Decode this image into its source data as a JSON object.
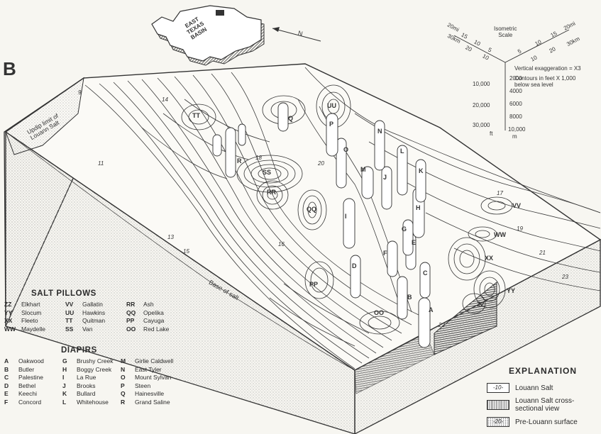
{
  "panel_letter": "B",
  "inset_map": {
    "lines": [
      "EAST",
      "TEXAS",
      "BASIN"
    ]
  },
  "north_arrow": "N",
  "scale": {
    "title_lines": [
      "Isometric",
      "Scale"
    ],
    "left_top": [
      "20mi",
      "15",
      "10",
      "5"
    ],
    "left_bottom": [
      "30km",
      "20",
      "10"
    ],
    "right_top": [
      "5",
      "10",
      "15",
      "20mi"
    ],
    "right_bottom": [
      "10",
      "20",
      "30km"
    ],
    "vertical_note": "Vertical exaggeration = X3",
    "contour_note_lines": [
      "Contours in feet X 1,000",
      "below sea level"
    ],
    "ft_ticks": [
      "10,000",
      "20,000",
      "30,000",
      "ft"
    ],
    "m_ticks": [
      "2000",
      "4000",
      "6000",
      "8000",
      "10,000",
      "m"
    ]
  },
  "block_labels": {
    "updip_lines": [
      "Updip limit of",
      "Louann Salt"
    ],
    "base_of_salt": "Base of salt",
    "diapir_letters": [
      "A",
      "B",
      "C",
      "D",
      "E",
      "F",
      "G",
      "H",
      "I",
      "J",
      "K",
      "L",
      "M",
      "N",
      "O",
      "P",
      "Q",
      "R"
    ],
    "pillow_letters": [
      "SS",
      "RR",
      "QQ",
      "PP",
      "OO",
      "TT",
      "UU",
      "VV",
      "WW",
      "XX",
      "YY",
      "ZZ"
    ]
  },
  "contour_values": [
    "9",
    "11",
    "13",
    "14",
    "15",
    "16",
    "17",
    "18",
    "19",
    "20",
    "21",
    "22",
    "23"
  ],
  "salt_pillows": {
    "title": "SALT PILLOWS",
    "rows": [
      {
        "k1": "ZZ",
        "n1": "Elkhart",
        "k2": "VV",
        "n2": "Gallatin",
        "k3": "RR",
        "n3": "Ash"
      },
      {
        "k1": "YY",
        "n1": "Slocum",
        "k2": "UU",
        "n2": "Hawkins",
        "k3": "QQ",
        "n3": "Opelika"
      },
      {
        "k1": "XX",
        "n1": "Fleeto",
        "k2": "TT",
        "n2": "Quitman",
        "k3": "PP",
        "n3": "Cayuga"
      },
      {
        "k1": "WW",
        "n1": "Maydelle",
        "k2": "SS",
        "n2": "Van",
        "k3": "OO",
        "n3": "Red Lake"
      }
    ]
  },
  "diapirs": {
    "title": "DIAPIRS",
    "rows": [
      {
        "k1": "A",
        "n1": "Oakwood",
        "k2": "G",
        "n2": "Brushy Creek",
        "k3": "M",
        "n3": "Girlie Caldwell"
      },
      {
        "k1": "B",
        "n1": "Butler",
        "k2": "H",
        "n2": "Boggy Creek",
        "k3": "N",
        "n3": "East Tyler"
      },
      {
        "k1": "C",
        "n1": "Palestine",
        "k2": "I",
        "n2": "La Rue",
        "k3": "O",
        "n3": "Mount Sylvan"
      },
      {
        "k1": "D",
        "n1": "Bethel",
        "k2": "J",
        "n2": "Brooks",
        "k3": "P",
        "n3": "Steen"
      },
      {
        "k1": "E",
        "n1": "Keechi",
        "k2": "K",
        "n2": "Bullard",
        "k3": "Q",
        "n3": "Hainesville"
      },
      {
        "k1": "F",
        "n1": "Concord",
        "k2": "L",
        "n2": "Whitehouse",
        "k3": "R",
        "n3": "Grand Saline"
      }
    ]
  },
  "explanation": {
    "title": "EXPLANATION",
    "items": [
      {
        "swatch": "-10-",
        "label": "Louann Salt"
      },
      {
        "swatch": "",
        "label": "Louann Salt cross-sectional view"
      },
      {
        "swatch": "-20-",
        "label": "Pre-Louann surface"
      }
    ]
  },
  "colors": {
    "ink": "#2a2a2a",
    "paper": "#f7f6f1",
    "stipple": "#8a8a8a"
  }
}
